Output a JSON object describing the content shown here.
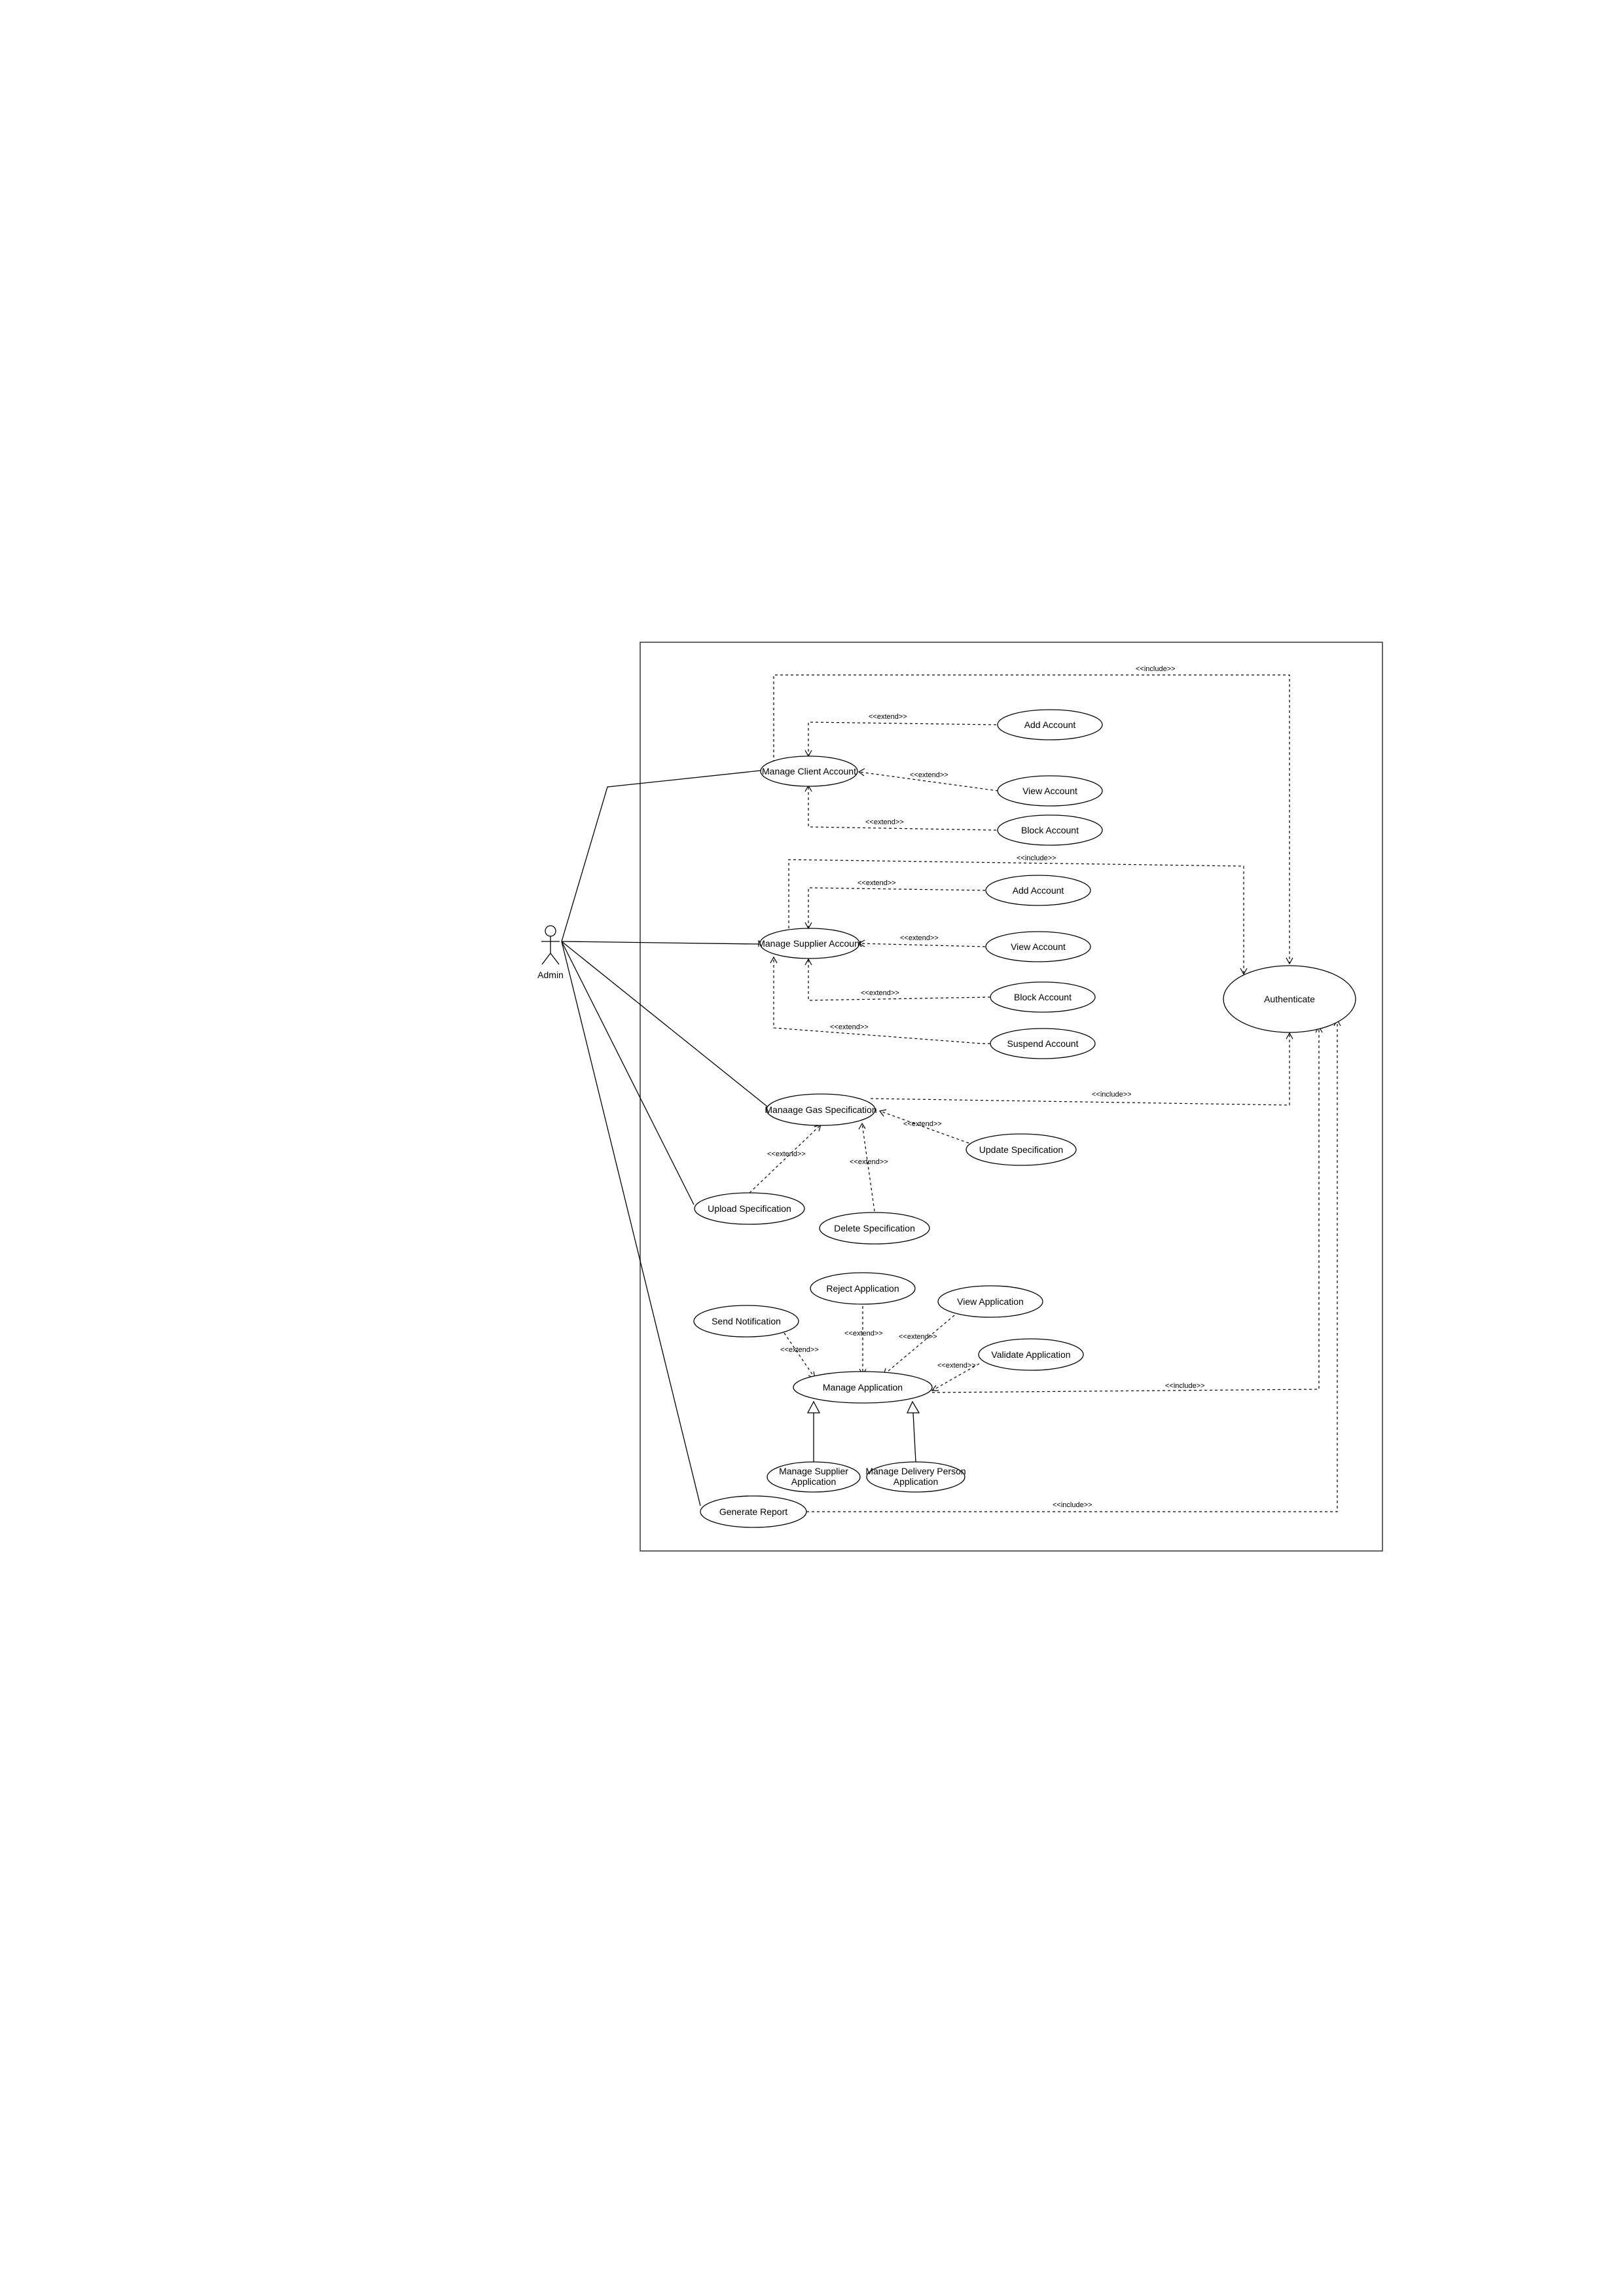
{
  "actor": {
    "name": "Admin"
  },
  "use_cases": {
    "manage_client_account": "Manage Client Account",
    "add_account_1": "Add Account",
    "view_account_1": "View Account",
    "block_account_1": "Block Account",
    "manage_supplier_account": "Manage Supplier Account",
    "add_account_2": "Add Account",
    "view_account_2": "View Account",
    "block_account_2": "Block Account",
    "suspend_account": "Suspend Account",
    "authenticate": "Authenticate",
    "manage_gas_specification": "Manaage Gas Specification",
    "update_specification": "Update Specification",
    "upload_specification": "Upload Specification",
    "delete_specification": "Delete Specification",
    "reject_application": "Reject Application",
    "view_application": "View Application",
    "send_notification": "Send Notification",
    "validate_application": "Validate Application",
    "manage_application": "Manage Application",
    "manage_supplier_application_l1": "Manage Supplier",
    "manage_supplier_application_l2": "Application",
    "manage_delivery_application_l1": "Manage Delivery Person",
    "manage_delivery_application_l2": "Application",
    "generate_report": "Generate Report"
  },
  "relations": {
    "include_client": "<<include>>",
    "include_supplier": "<<include>>",
    "include_gas": "<<include>>",
    "include_application": "<<include>>",
    "include_report": "<<include>>",
    "extend_client_add": "<<extend>>",
    "extend_client_view": "<<extend>>",
    "extend_client_block": "<<extend>>",
    "extend_supplier_add": "<<extend>>",
    "extend_supplier_view": "<<extend>>",
    "extend_supplier_block": "<<extend>>",
    "extend_supplier_suspend": "<<extend>>",
    "extend_gas_update": "<<extend>>",
    "extend_gas_upload": "<<extend>>",
    "extend_gas_delete": "<<extend>>",
    "extend_app_reject": "<<extend>>",
    "extend_app_view": "<<extend>>",
    "extend_app_notify": "<<extend>>",
    "extend_app_validate": "<<extend>>"
  }
}
